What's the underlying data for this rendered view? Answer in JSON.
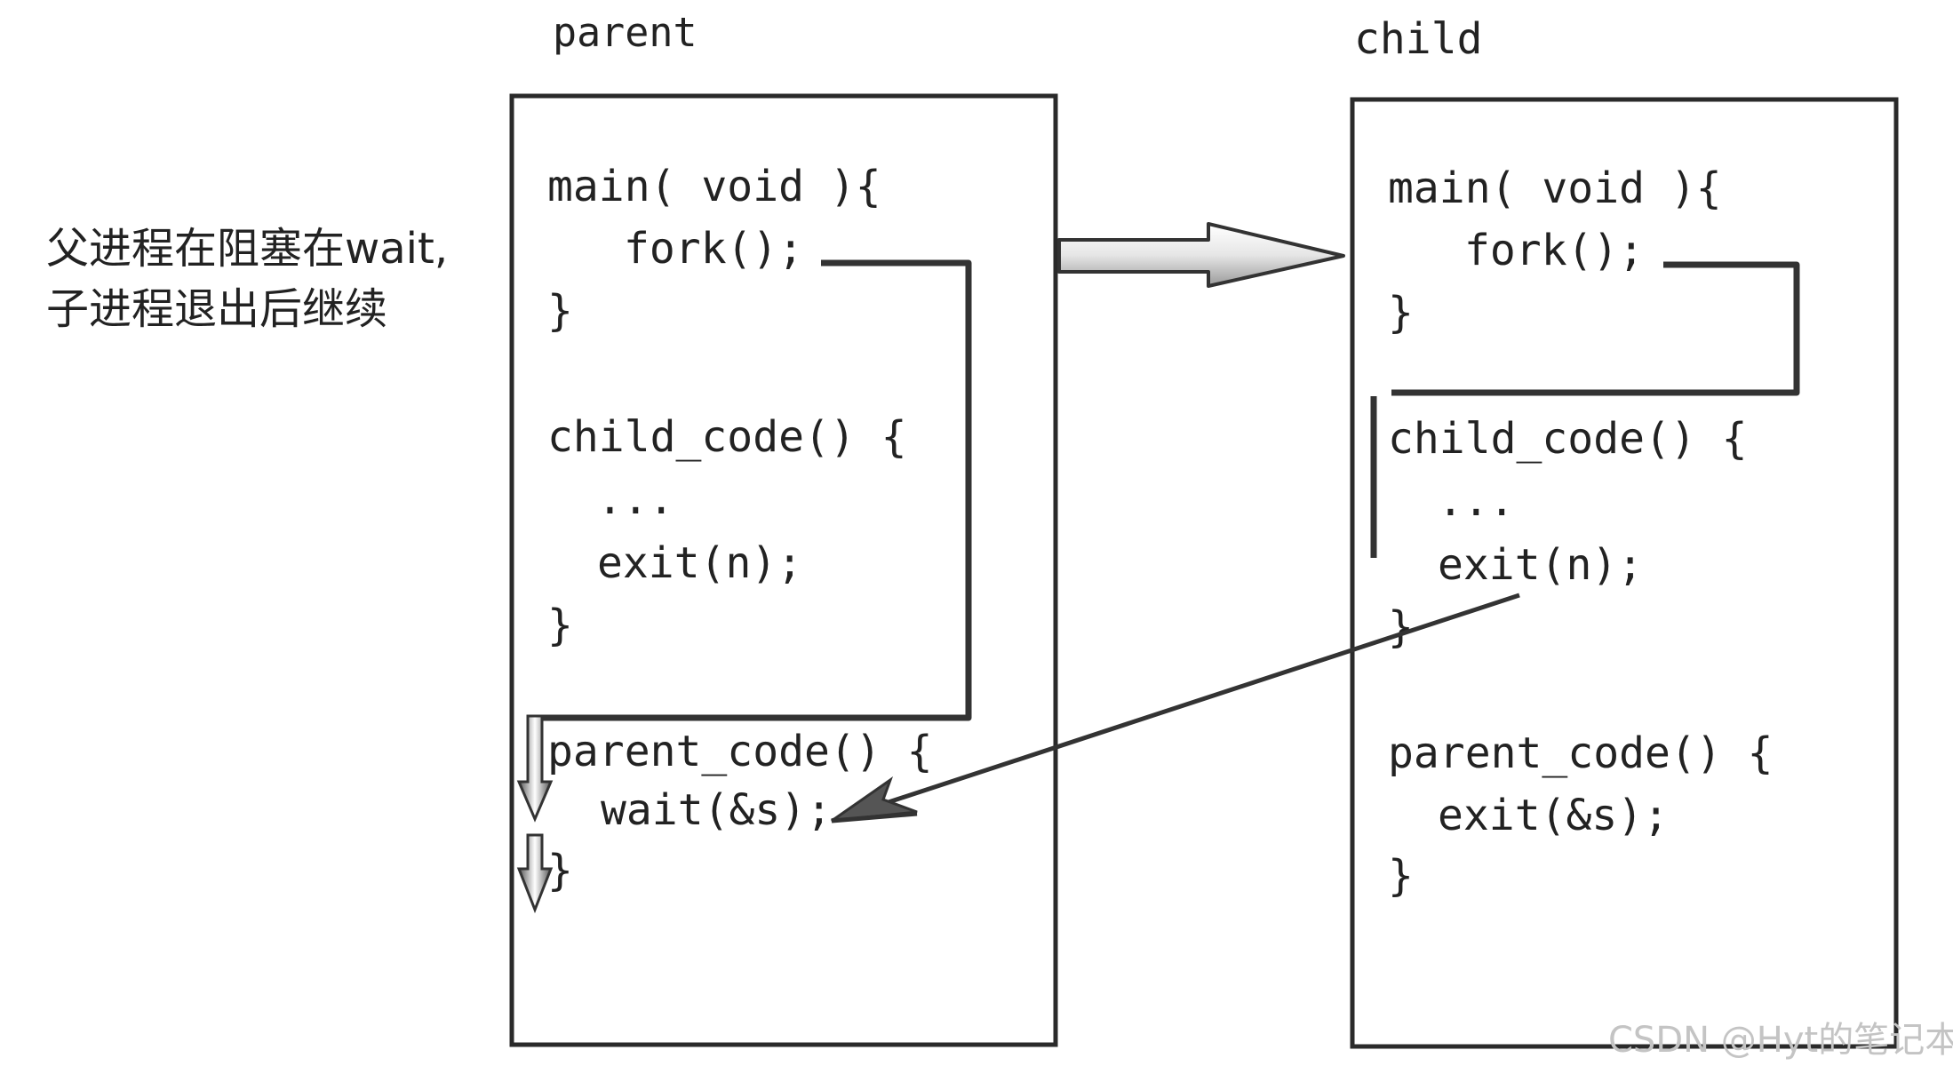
{
  "note": {
    "line1": "父进程在阻塞在wait,",
    "line2": "子进程退出后继续"
  },
  "parent": {
    "title": "parent",
    "main_line": "main( void ){",
    "fork_line": "fork();",
    "main_close": "}",
    "child_code_line": "child_code() {",
    "dots": "...",
    "exit_line": "exit(n);",
    "child_close": "}",
    "parent_code_line": "parent_code() {",
    "wait_line": "wait(&s);",
    "parent_close": "}"
  },
  "child": {
    "title": "child",
    "main_line": "main( void ){",
    "fork_line": "fork();",
    "main_close": "}",
    "child_code_line": "child_code() {",
    "dots": "...",
    "exit_line": "exit(n);",
    "child_close": "}",
    "parent_code_line": "parent_code() {",
    "exit_s_line": "exit(&s);",
    "parent_close": "}"
  },
  "watermark": "CSDN @Hyt的笔记本",
  "colors": {
    "box_border": "#2a2a2a",
    "text": "#222222",
    "watermark": "#c4c4c4"
  }
}
